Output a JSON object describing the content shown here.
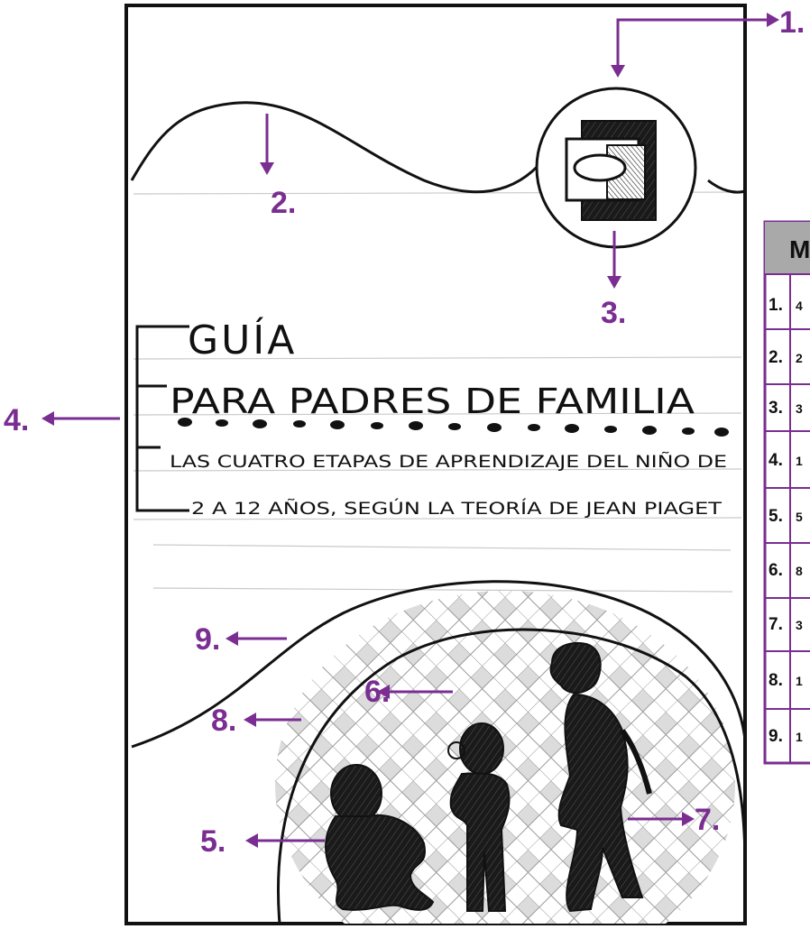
{
  "cover": {
    "title_line_1": "GUÍA",
    "title_line_2": "PARA PADRES DE FAMILIA",
    "subtitle_line_1": "LAS CUATRO ETAPAS DE APRENDIZAJE DEL NIÑO DE",
    "subtitle_line_2": "2 A 12 AÑOS, SEGÚN LA TEORÍA DE JEAN PIAGET"
  },
  "callouts": [
    "1.",
    "2.",
    "3.",
    "4.",
    "5.",
    "6.",
    "7.",
    "8.",
    "9."
  ],
  "side_table": {
    "header": "M",
    "rows": [
      {
        "num": "1.",
        "cut": "4"
      },
      {
        "num": "2.",
        "cut": "2"
      },
      {
        "num": "3.",
        "cut": "3"
      },
      {
        "num": "4.",
        "cut": "1"
      },
      {
        "num": "5.",
        "cut": "5"
      },
      {
        "num": "6.",
        "cut": "8"
      },
      {
        "num": "7.",
        "cut": "3"
      },
      {
        "num": "8.",
        "cut": "1"
      },
      {
        "num": "9.",
        "cut": "1"
      }
    ]
  },
  "colors": {
    "accent": "#7a2e91",
    "ink": "#111111",
    "table_header": "#a9a9a9",
    "table_border": "#7a2e91"
  },
  "icons": {
    "logo": "book-logo-icon",
    "figures": [
      "crawling-baby-figure",
      "child-figure",
      "older-child-figure"
    ]
  }
}
